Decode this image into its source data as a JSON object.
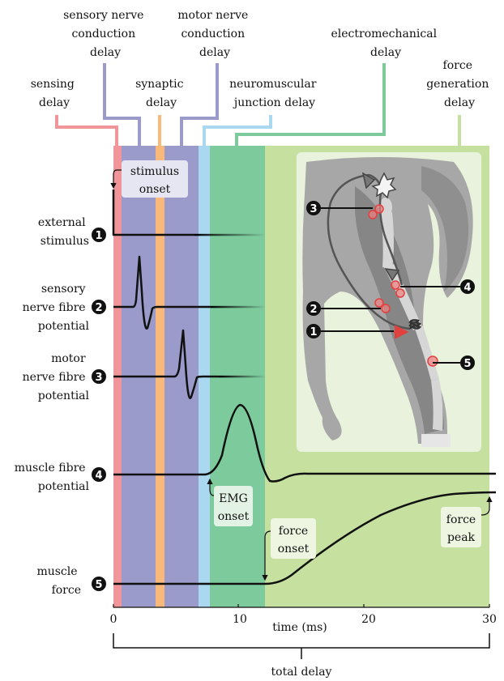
{
  "phase_labels": {
    "sensing": [
      "sensing",
      "delay"
    ],
    "sensory_conduction": [
      "sensory nerve",
      "conduction",
      "delay"
    ],
    "synaptic": [
      "synaptic",
      "delay"
    ],
    "motor_conduction": [
      "motor nerve",
      "conduction",
      "delay"
    ],
    "nmj": [
      "neuromuscular",
      "junction delay"
    ],
    "electromechanical": [
      "electromechanical",
      "delay"
    ],
    "force_generation": [
      "force",
      "generation",
      "delay"
    ]
  },
  "row_labels": {
    "r1": [
      "external",
      "stimulus"
    ],
    "r2": [
      "sensory",
      "nerve fibre",
      "potential"
    ],
    "r3": [
      "motor",
      "nerve fibre",
      "potential"
    ],
    "r4": [
      "muscle fibre",
      "potential"
    ],
    "r5": [
      "muscle",
      "force"
    ]
  },
  "markers": [
    "1",
    "2",
    "3",
    "4",
    "5"
  ],
  "annotations": {
    "stimulus_onset": [
      "stimulus",
      "onset"
    ],
    "emg_onset": [
      "EMG",
      "onset"
    ],
    "force_onset": [
      "force",
      "onset"
    ],
    "force_peak": [
      "force",
      "peak"
    ]
  },
  "axis": {
    "ticks": [
      "0",
      "10",
      "20",
      "30"
    ],
    "label": "time (ms)",
    "total_label": "total delay"
  },
  "colors": {
    "sensing": "#f0959a",
    "sensory_conduction": "#9a9bcb",
    "synaptic": "#f8b97a",
    "motor_conduction": "#9a9bcb",
    "nmj": "#a9d8f0",
    "electromechanical": "#7dcb9d",
    "force_generation": "#c6e0a0",
    "inset_bg": "#e8f2dc",
    "horse": "#a0a0a0",
    "highlight": "#e0413f"
  },
  "chart_data": {
    "type": "line",
    "xlim": [
      0,
      30
    ],
    "xlabel": "time (ms)",
    "phases_ms": [
      {
        "name": "sensing delay",
        "start": 0,
        "end": 0.6
      },
      {
        "name": "sensory nerve conduction delay",
        "start": 0.6,
        "end": 3.4
      },
      {
        "name": "synaptic delay",
        "start": 3.4,
        "end": 4.1
      },
      {
        "name": "motor nerve conduction delay",
        "start": 4.1,
        "end": 6.8
      },
      {
        "name": "neuromuscular junction delay",
        "start": 6.8,
        "end": 7.7
      },
      {
        "name": "electromechanical delay",
        "start": 7.7,
        "end": 12.0
      },
      {
        "name": "force generation delay",
        "start": 12.0,
        "end": 30.0
      }
    ],
    "events_ms": {
      "stimulus onset": 0,
      "EMG onset": 7.7,
      "force onset": 12.0,
      "force peak": 30.0
    }
  }
}
